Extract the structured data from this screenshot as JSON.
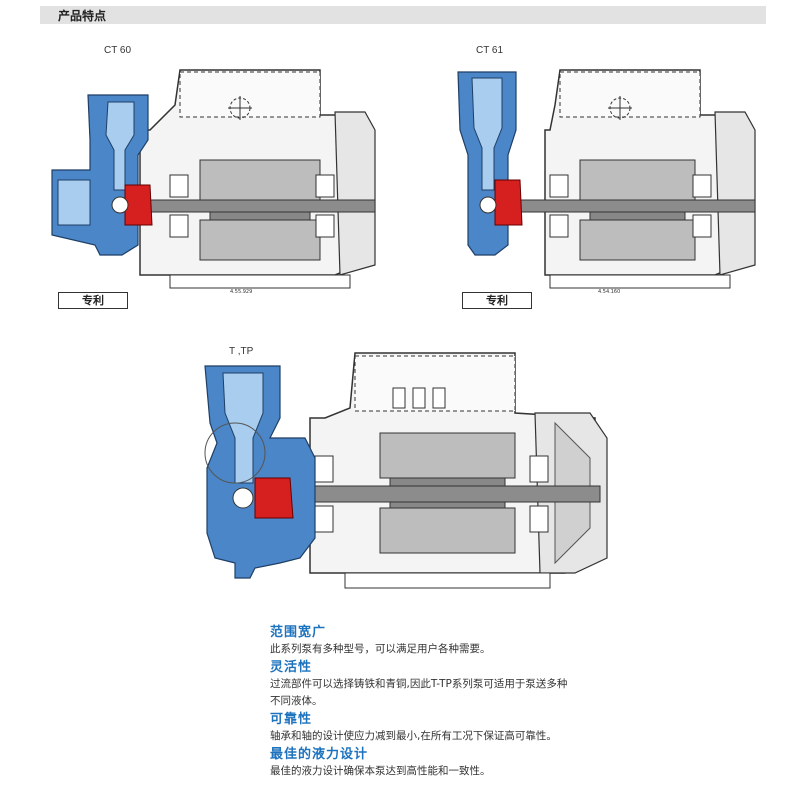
{
  "header": {
    "title": "产品特点"
  },
  "figures": [
    {
      "label": "CT 60",
      "patent": "专利",
      "drawing_no": "4.55.929"
    },
    {
      "label": "CT 61",
      "patent": "专利",
      "drawing_no": "4.54.160"
    },
    {
      "label": "T ,TP"
    }
  ],
  "features": [
    {
      "title": "范围宽广",
      "body": "此系列泵有多种型号，可以满足用户各种需要。"
    },
    {
      "title": "灵活性",
      "body": "过流部件可以选择铸铁和青铜,因此T-TP系列泵可适用于泵送多种不同液体。"
    },
    {
      "title": "可靠性",
      "body": "轴承和轴的设计使应力减到最小,在所有工况下保证高可靠性。"
    },
    {
      "title": "最佳的液力设计",
      "body": "最佳的液力设计确保本泵达到高性能和一致性。"
    }
  ],
  "colors": {
    "water_blue": "#4a86c8",
    "light_blue": "#a8cdee",
    "impeller_red": "#d62020",
    "metal_gray": "#9a9a9a",
    "feature_title": "#1e73be"
  }
}
